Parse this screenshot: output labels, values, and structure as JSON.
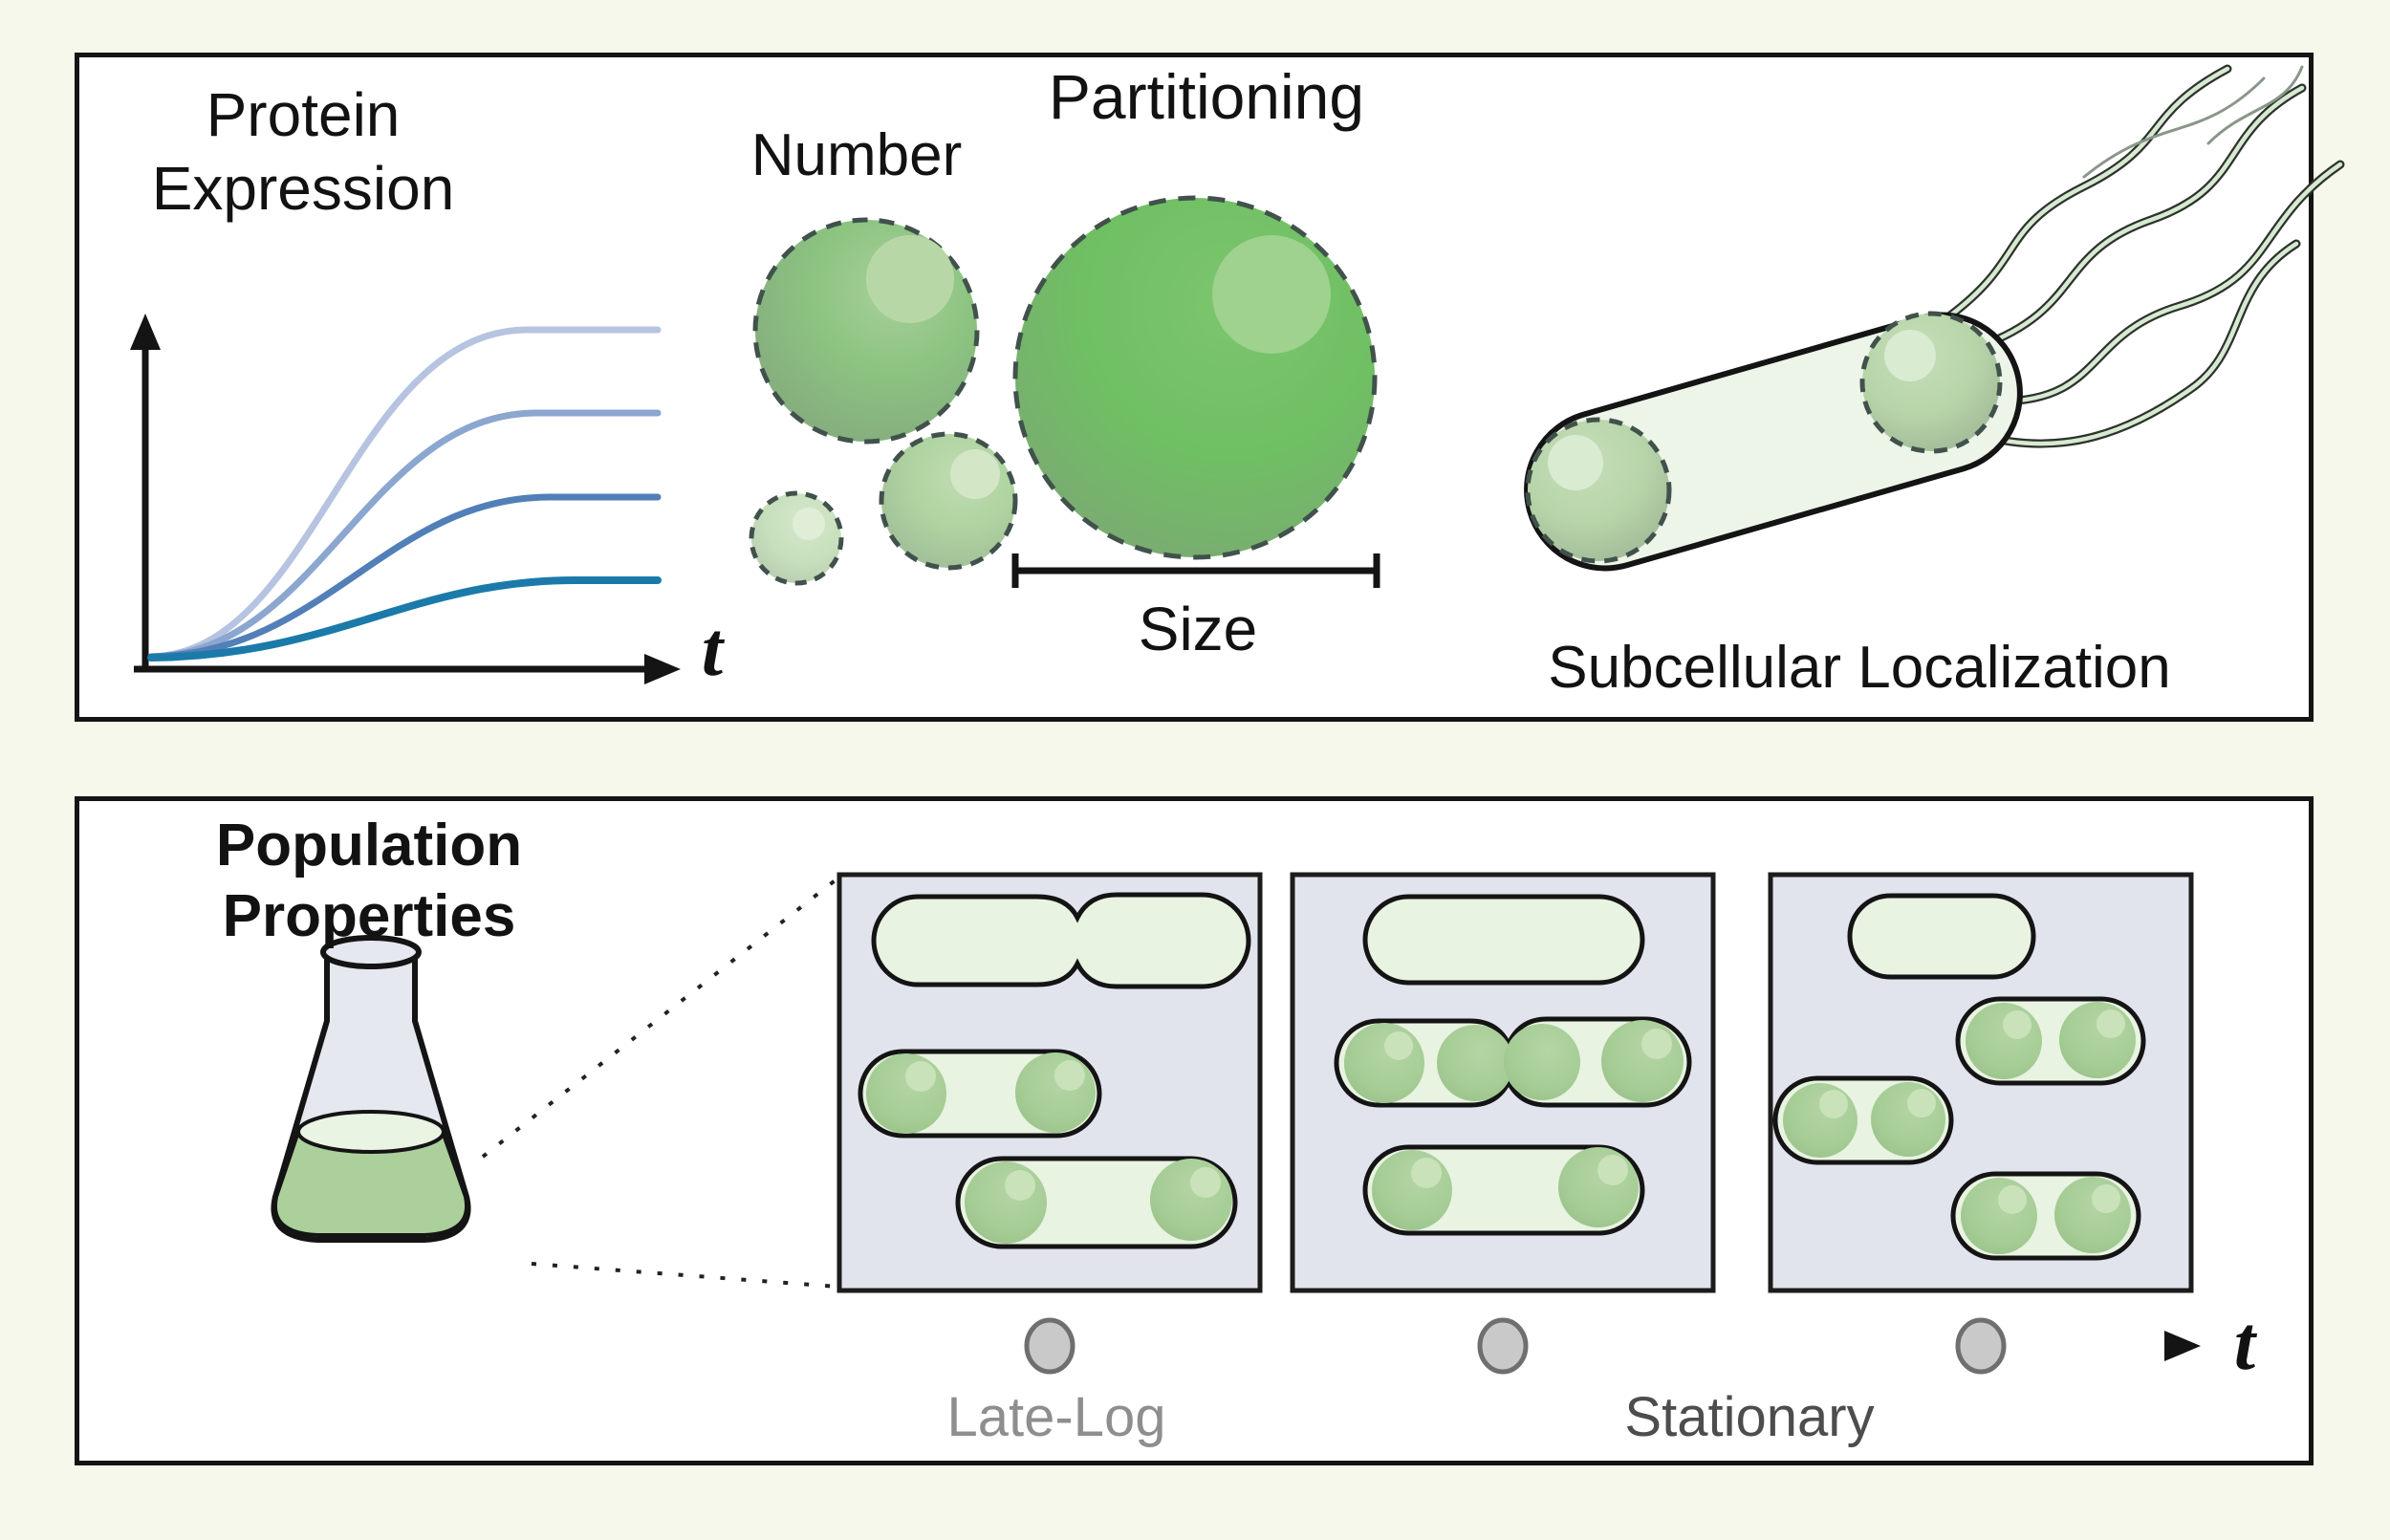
{
  "page": {
    "background": "#f7f8ec",
    "panel_border": "#141414"
  },
  "top_panel": {
    "protein_expression": {
      "title_line1": "Protein",
      "title_line2": "Expression",
      "time_axis_label": "t",
      "curve_colors": [
        "#b6c3e1",
        "#8ba6cf",
        "#527fb8",
        "#1b7aaa"
      ],
      "curve_plateau_order": "lightest curve highest, darkest curve lowest"
    },
    "number": {
      "label": "Number"
    },
    "partitioning": {
      "label": "Partitioning",
      "size_scale_label": "Size"
    },
    "subcellular_localization": {
      "label": "Subcellular Localization"
    }
  },
  "bottom_panel": {
    "title_line1": "Population",
    "title_line2": "Properties",
    "timeline": {
      "phase_labels": [
        "Late-Log",
        "Stationary"
      ],
      "time_axis_label": "t"
    }
  },
  "colors": {
    "condensate_green": "#a6cd96",
    "condensate_highlight": "#c9e2ba",
    "cell_body_pale": "#e8f3e1",
    "box_background": "#e2e4ed",
    "flask_glass": "#e6e8f0",
    "flask_liquid": "#abd09c",
    "dashed_outline": "#41514c",
    "timeline_marker_fill": "#c9c9c9"
  },
  "chart_data": {
    "type": "line",
    "title": "Protein Expression",
    "xlabel": "t",
    "ylabel": "",
    "series": [
      {
        "name": "expression-curve-1",
        "color": "#b6c3e1",
        "plateau_rank": 1
      },
      {
        "name": "expression-curve-2",
        "color": "#8ba6cf",
        "plateau_rank": 2
      },
      {
        "name": "expression-curve-3",
        "color": "#527fb8",
        "plateau_rank": 3
      },
      {
        "name": "expression-curve-4",
        "color": "#1b7aaa",
        "plateau_rank": 4
      }
    ],
    "legend": "none",
    "grid": false,
    "notes": "sketched sigmoid curves, unlabeled axes with arrowheads"
  }
}
